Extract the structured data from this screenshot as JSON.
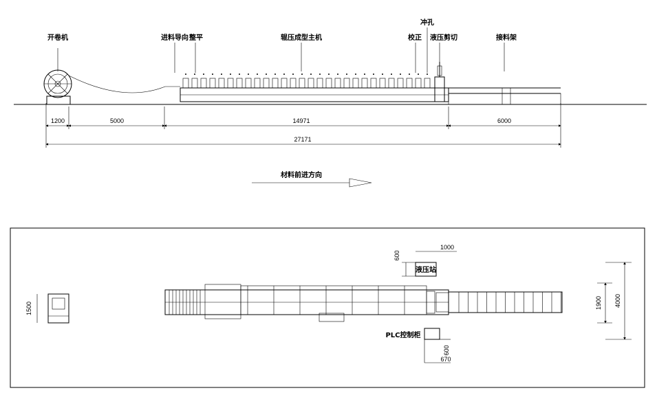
{
  "labels": {
    "decoiler": "开卷机",
    "feed_guide": "进料导向",
    "leveling": "整平",
    "roll_former": "辊压成型主机",
    "punch": "冲孔",
    "straighten": "校正",
    "hydraulic_cut": "液压剪切",
    "receiving_rack": "接料架",
    "direction": "材料前进方向",
    "hydraulic_station": "液压站",
    "plc_cabinet": "PLC控制柜"
  },
  "dimensions": {
    "d1200": "1200",
    "d5000": "5000",
    "d14971": "14971",
    "d6000": "6000",
    "total": "27171",
    "d1500": "1500",
    "d1900": "1900",
    "d4000": "4000",
    "hs_w": "1000",
    "hs_h": "600",
    "plc_h": "600",
    "plc_w": "670"
  }
}
